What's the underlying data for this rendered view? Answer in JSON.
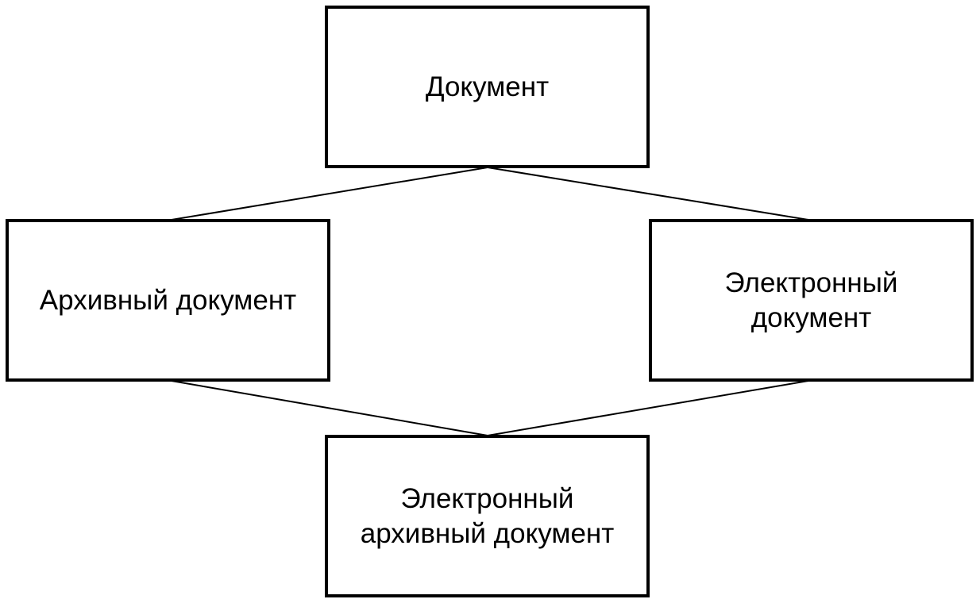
{
  "nodes": {
    "document": {
      "lines": [
        "Документ"
      ]
    },
    "archival_document": {
      "lines": [
        "Архивный документ"
      ]
    },
    "electronic_document": {
      "lines": [
        "Электронный",
        "документ"
      ]
    },
    "electronic_archival_document": {
      "lines": [
        "Электронный",
        "архивный документ"
      ]
    }
  },
  "edges": [
    {
      "from": "document",
      "to": "archival_document"
    },
    {
      "from": "document",
      "to": "electronic_document"
    },
    {
      "from": "archival_document",
      "to": "electronic_archival_document"
    },
    {
      "from": "electronic_document",
      "to": "electronic_archival_document"
    }
  ],
  "colors": {
    "stroke": "#000000",
    "background": "#ffffff"
  }
}
